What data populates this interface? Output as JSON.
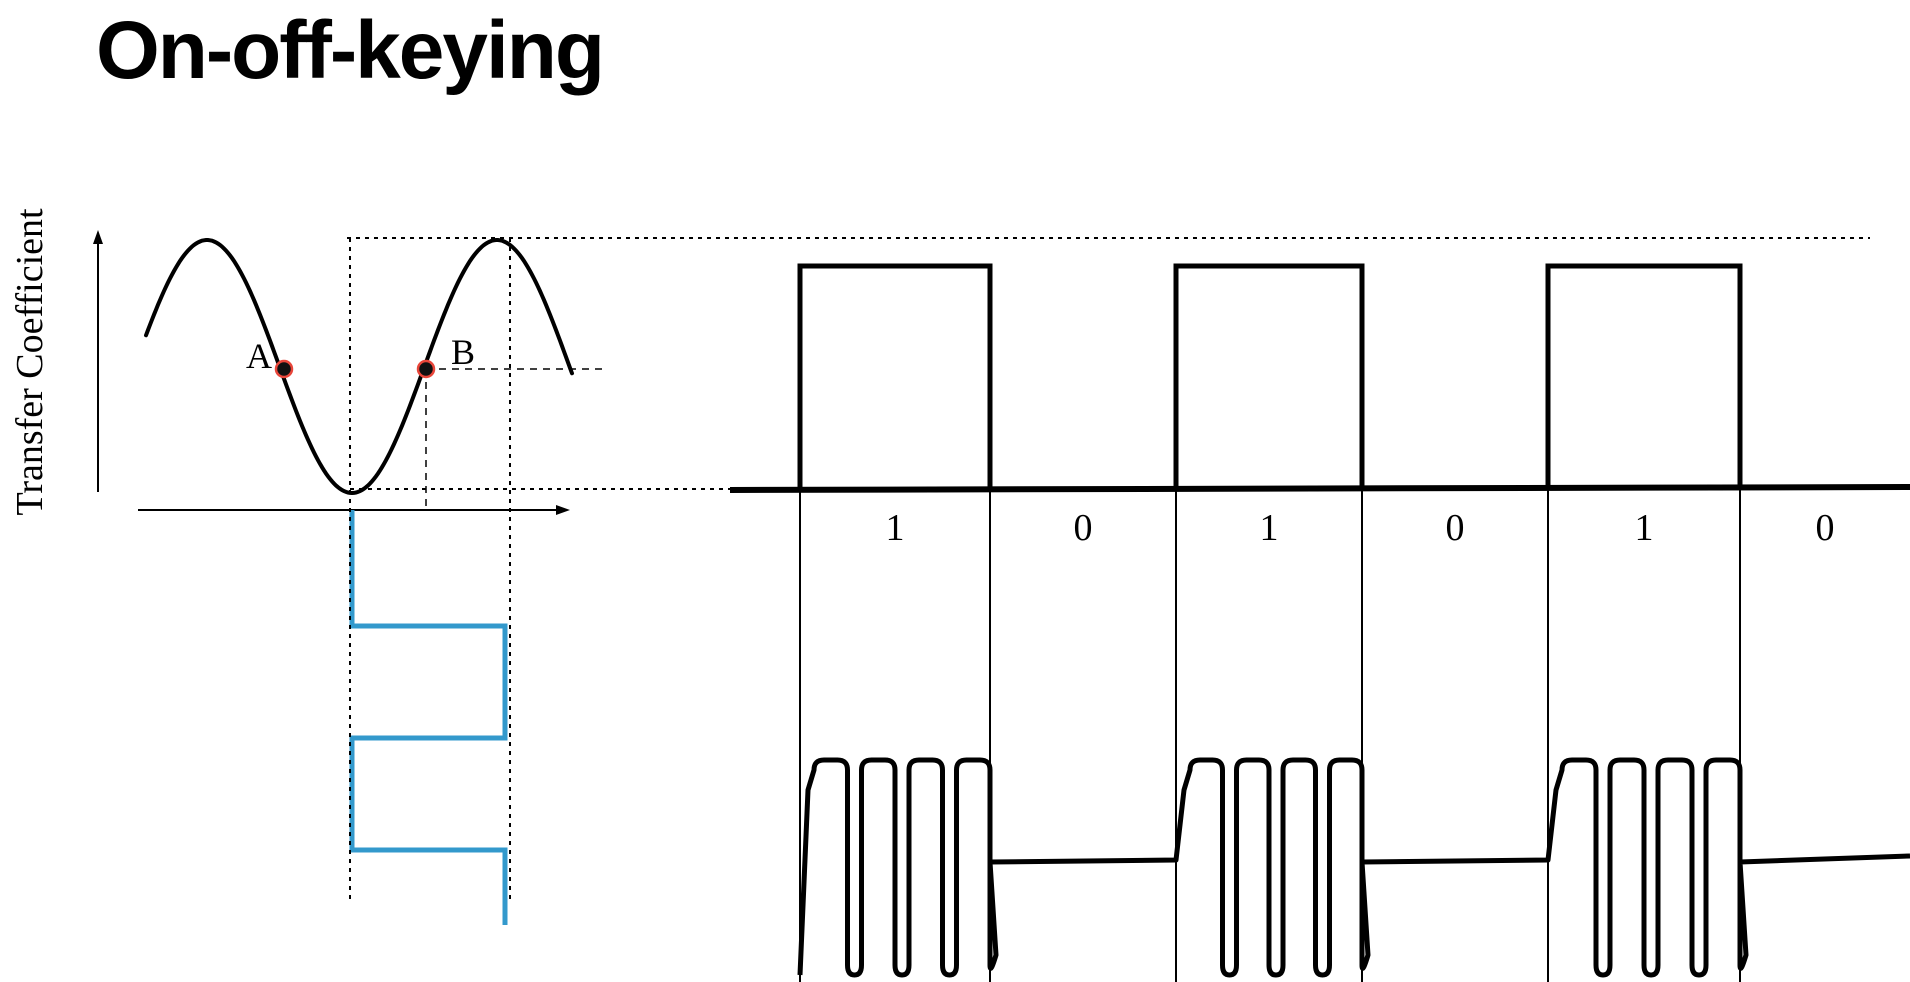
{
  "slide": {
    "title": "On-off-keying"
  },
  "transfer_plot": {
    "ylabel": "Transfer Coefficient",
    "point_a_label": "A",
    "point_b_label": "B"
  },
  "bits": [
    "1",
    "0",
    "1",
    "0",
    "1",
    "0"
  ],
  "colors": {
    "curve": "#000000",
    "drive_signal": "#3399cc",
    "marker_fill": "#111111",
    "marker_ring": "#e8463a"
  }
}
